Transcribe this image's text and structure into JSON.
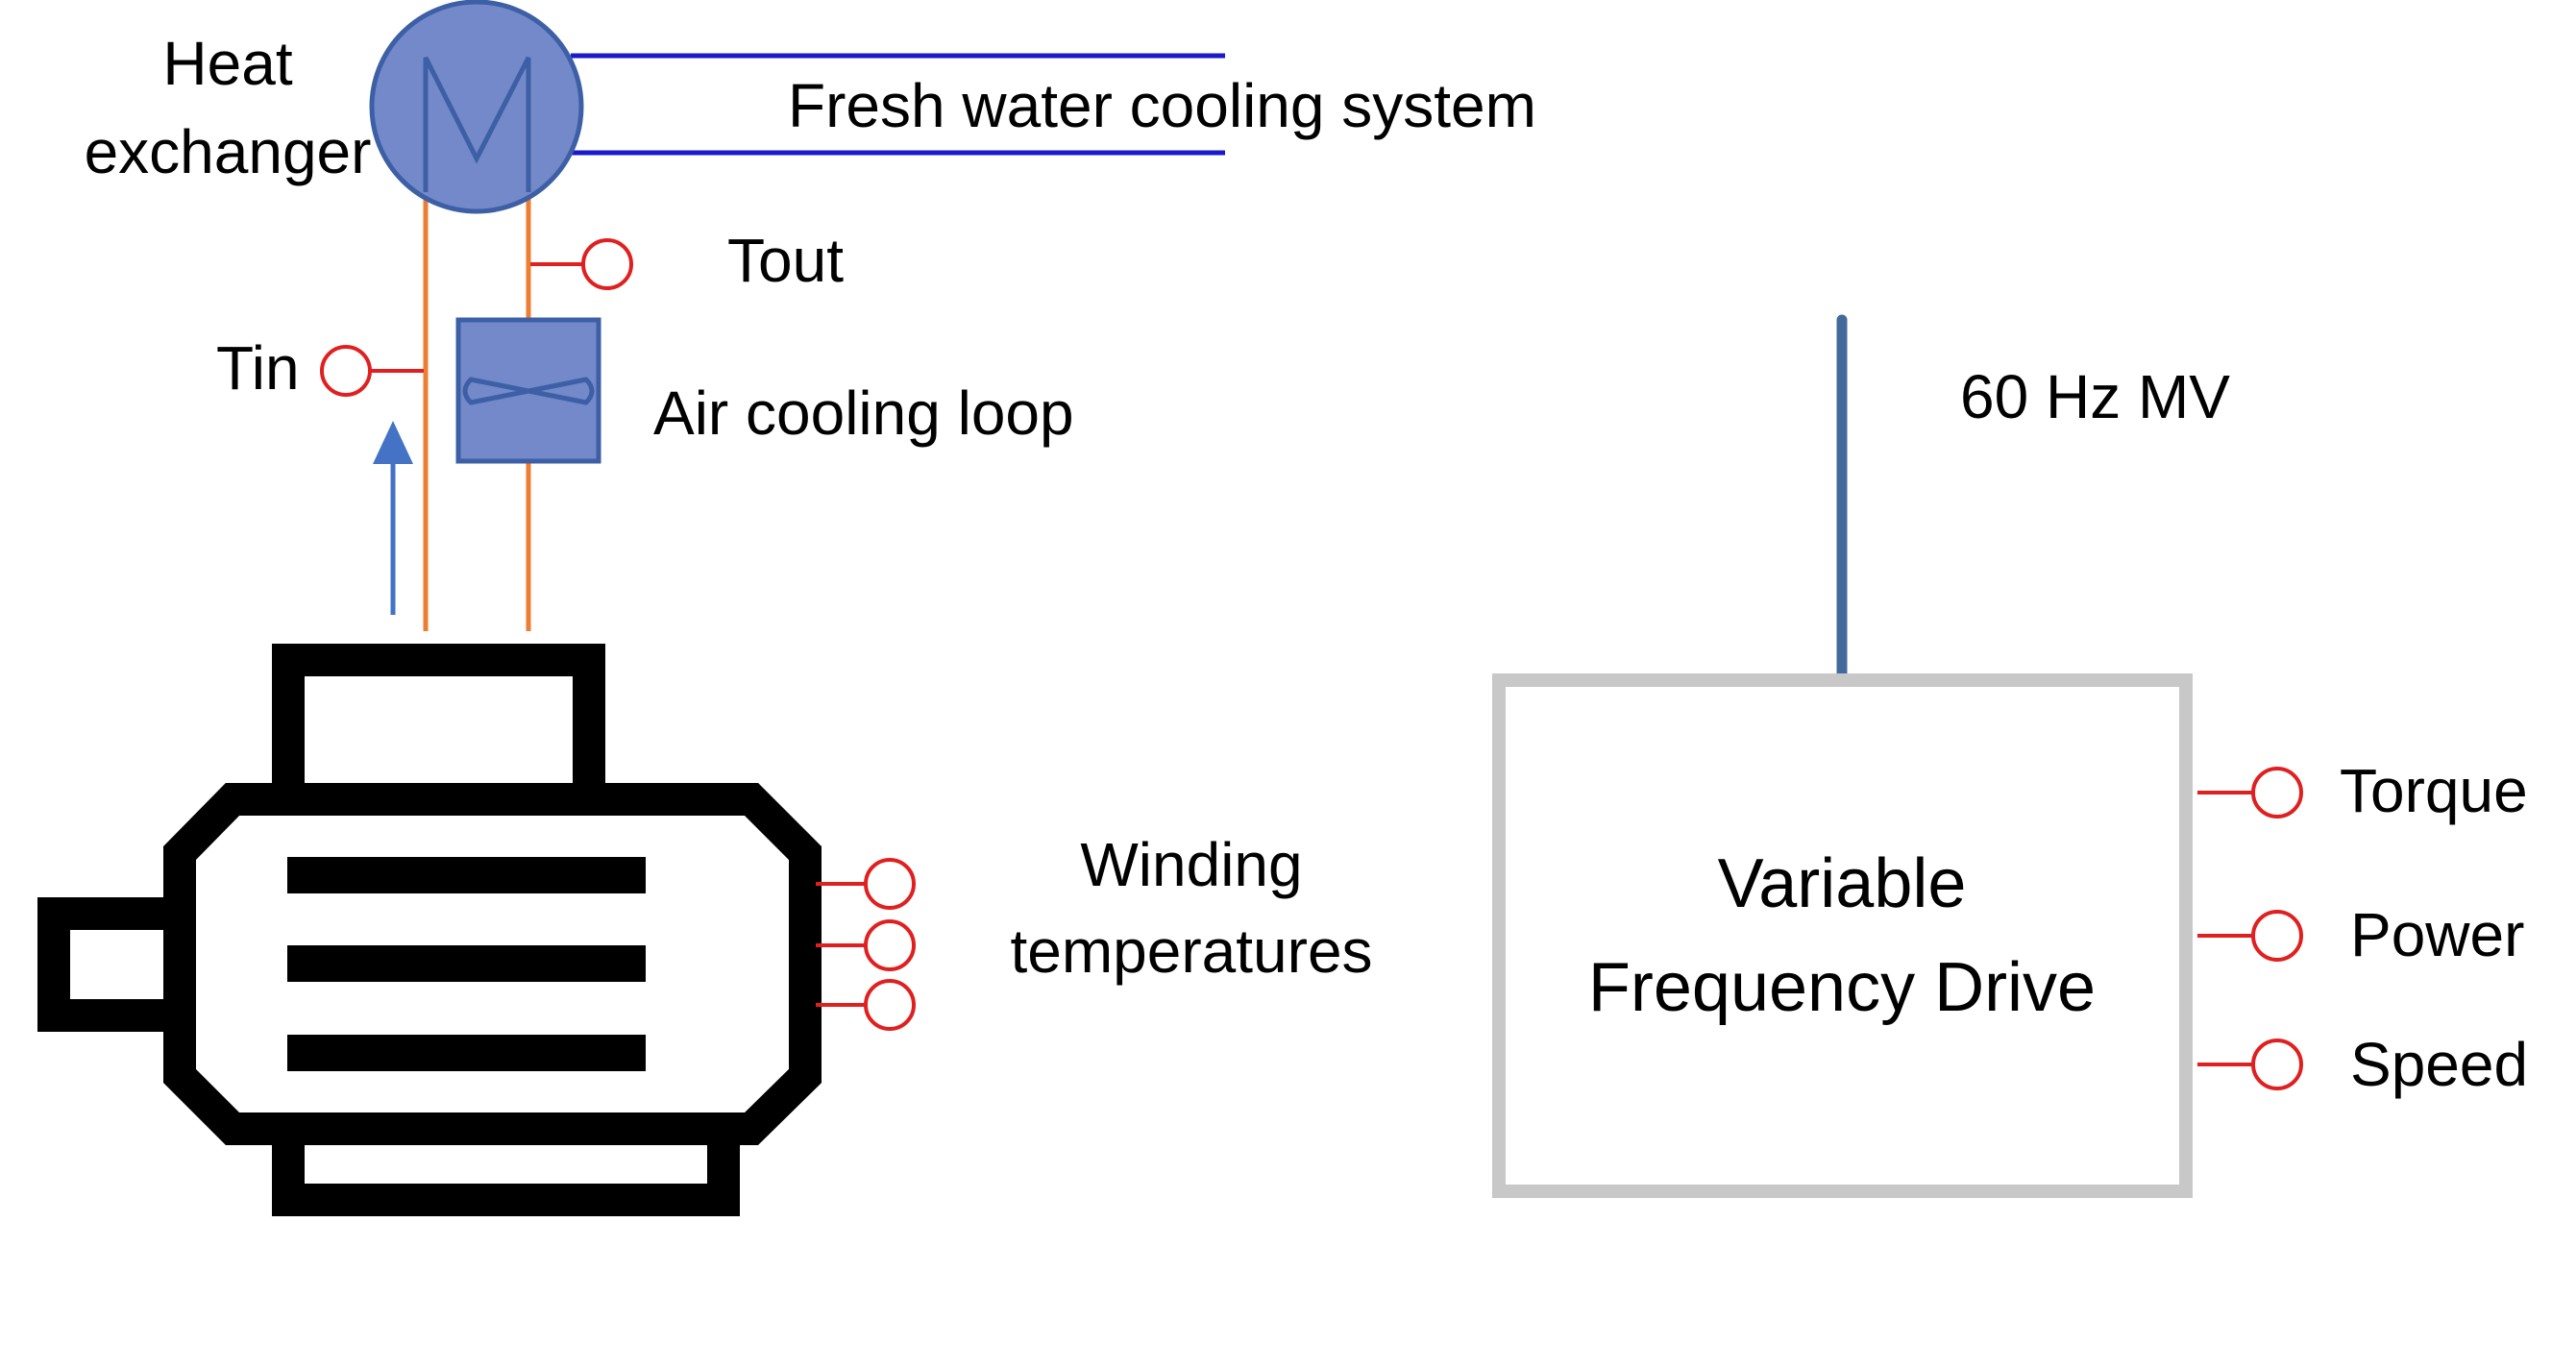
{
  "labels": {
    "heat_exchanger_line1": "Heat",
    "heat_exchanger_line2": "exchanger",
    "fresh_water": "Fresh water cooling system",
    "tout": "Tout",
    "tin": "Tin",
    "air_cooling_loop": "Air cooling loop",
    "winding_line1": "Winding",
    "winding_line2": "temperatures",
    "supply": "60 Hz MV",
    "vfd_line1": "Variable",
    "vfd_line2": "Frequency Drive",
    "torque": "Torque",
    "power": "Power",
    "speed": "Speed"
  },
  "colors": {
    "heat_exchanger_fill": "#7389c9",
    "heat_exchanger_stroke": "#3d5fa5",
    "fresh_water_line": "#1a1acc",
    "air_loop_line": "#ed7d31",
    "sensor": "#e02020",
    "airflow_arrow": "#4472c4",
    "motor": "#000000",
    "vfd_border": "#c8c8c8",
    "supply_line": "#44699b"
  },
  "icons": {
    "heat_exchanger": "heat-exchanger-icon",
    "fan": "fan-icon",
    "motor": "motor-icon",
    "sensor": "sensor-icon"
  }
}
